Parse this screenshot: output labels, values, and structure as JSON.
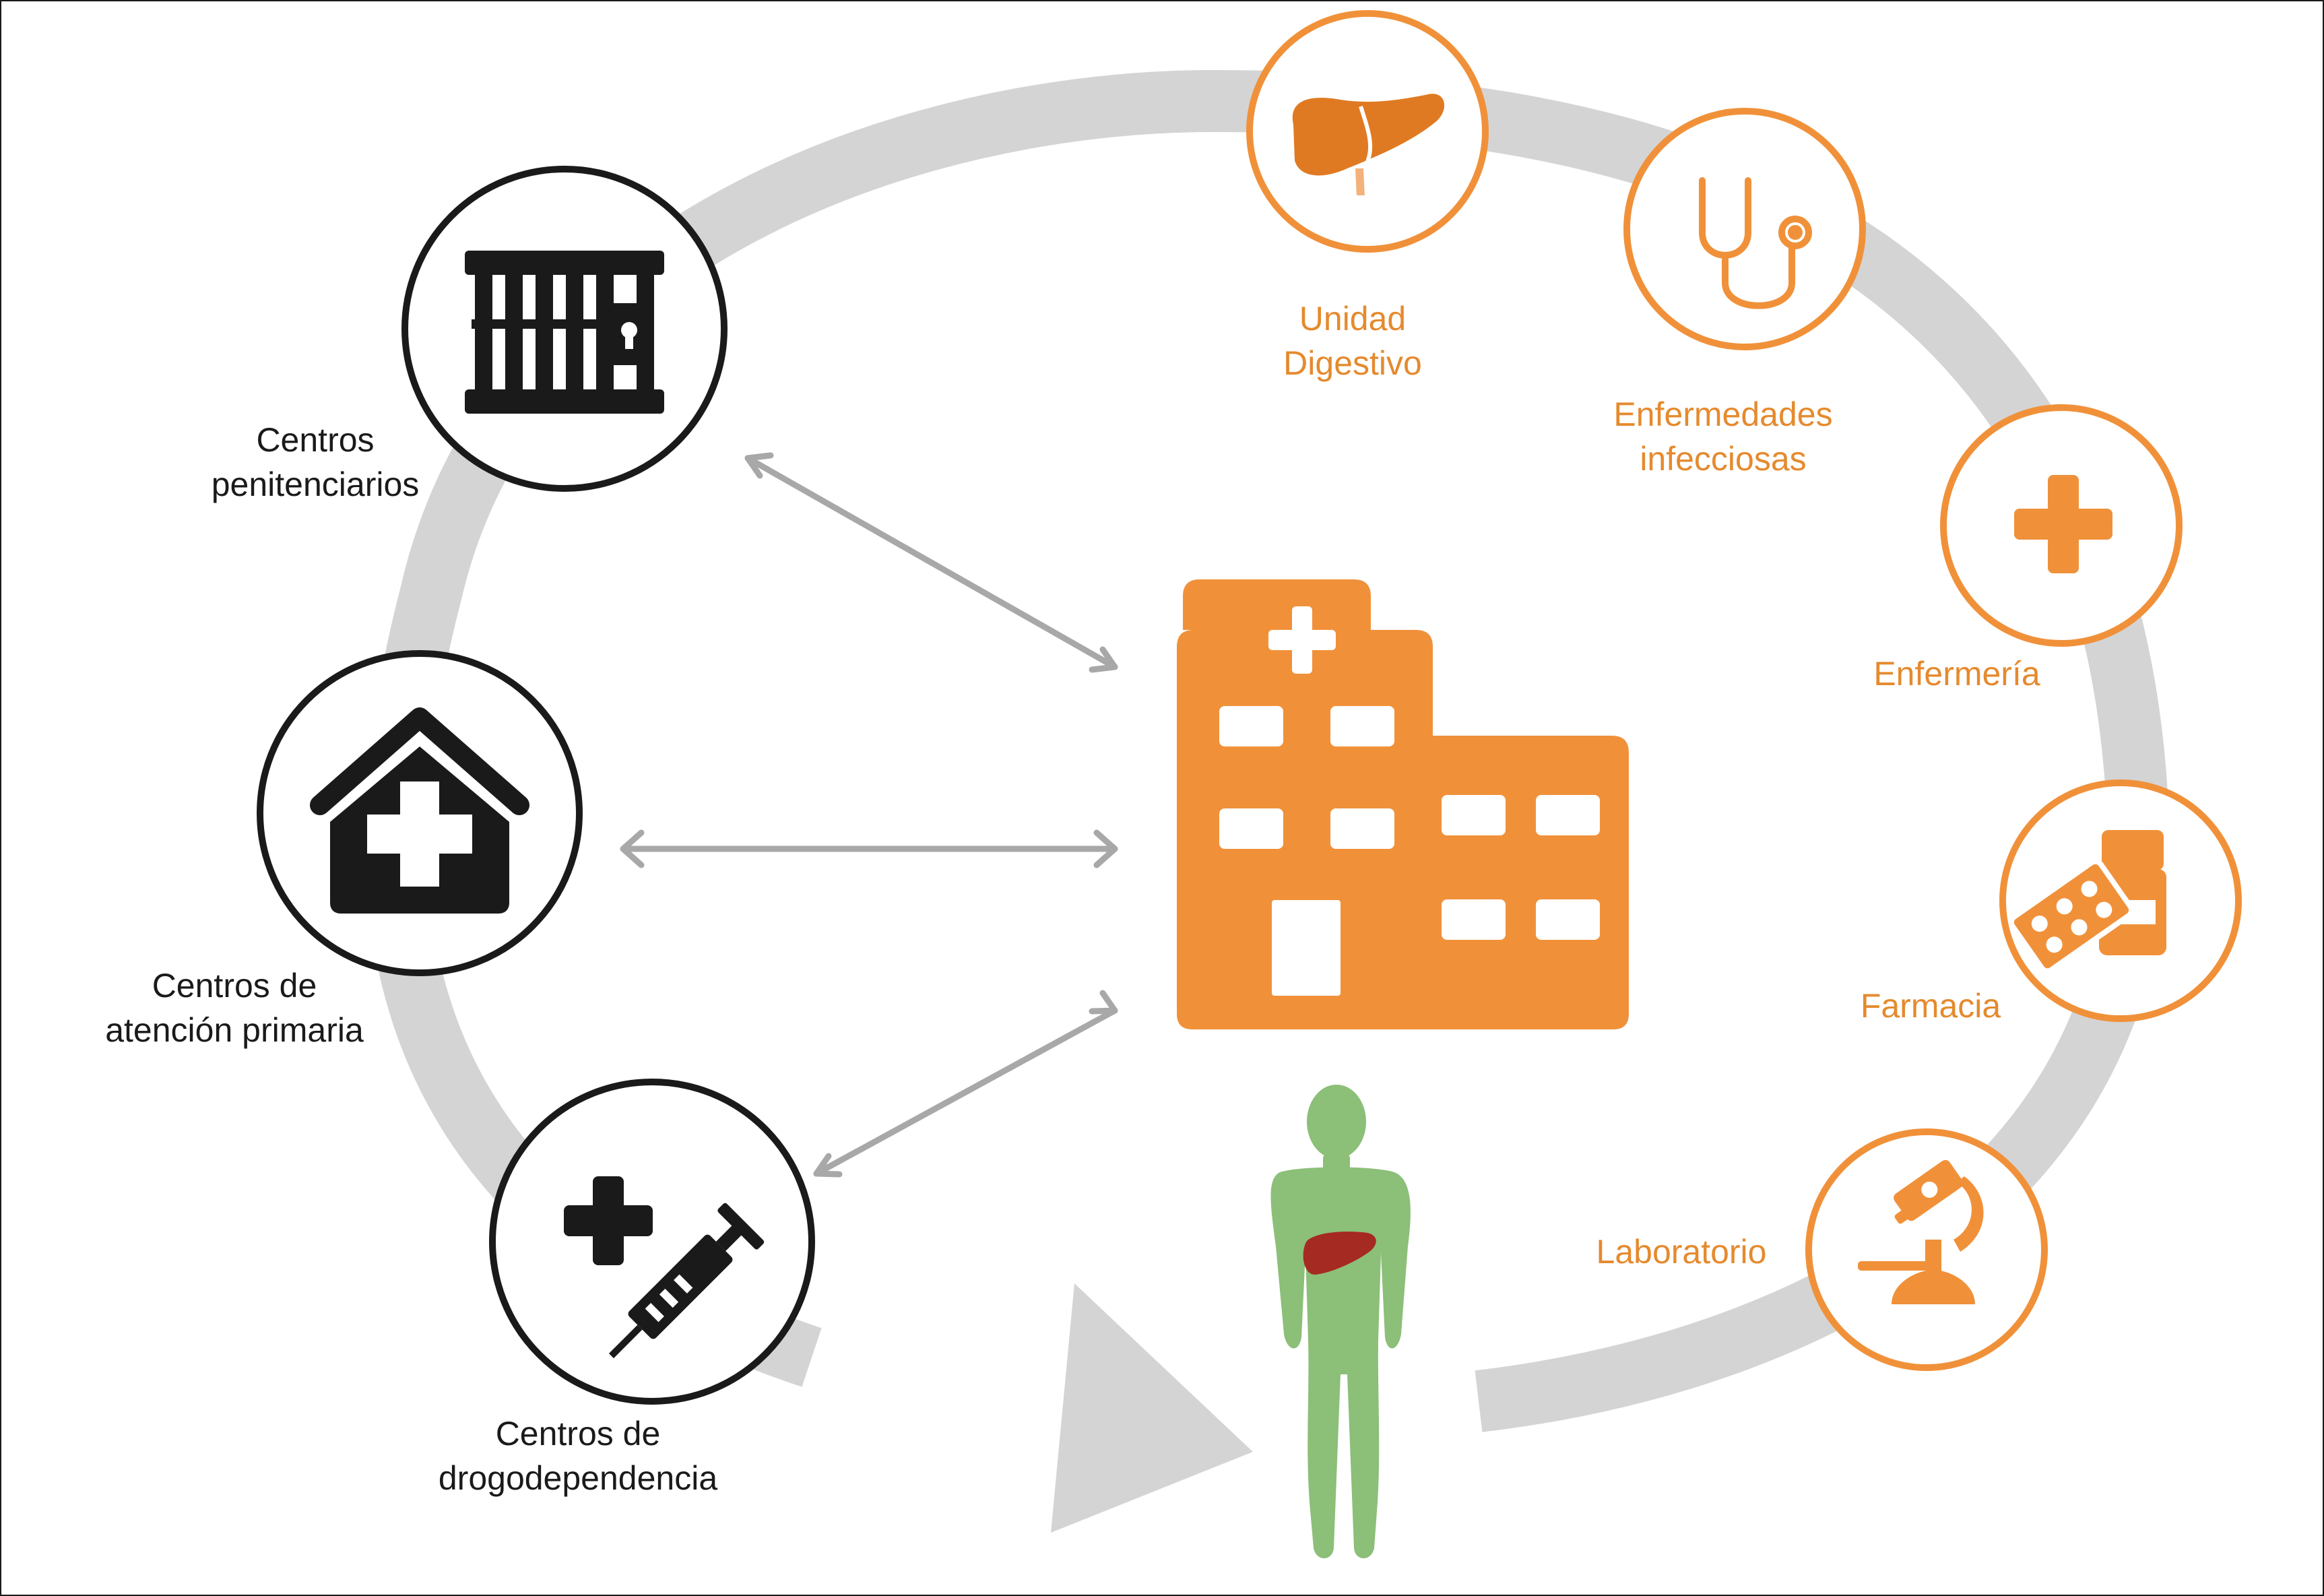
{
  "colors": {
    "orange": "#f0913a",
    "orange_text": "#e58a2e",
    "cycle_gray": "#d4d4d4",
    "arrow_gray": "#a8a8a8",
    "dark": "#1a1a1a",
    "body_green": "#8cbf78",
    "liver_red": "#a52a22"
  },
  "center_node": {
    "icon": "hospital-icon"
  },
  "patient": {
    "icon": "human-body-with-liver-icon"
  },
  "left_nodes": [
    {
      "line1": "Centros",
      "line2": "penitenciarios",
      "icon": "prison-bars-icon"
    },
    {
      "line1": "Centros de",
      "line2": "atención primaria",
      "icon": "health-center-house-icon"
    },
    {
      "line1": "Centros de",
      "line2": "drogodependencia",
      "icon": "syringe-medical-cross-icon"
    }
  ],
  "right_nodes": [
    {
      "line1": "Unidad",
      "line2": "Digestivo",
      "icon": "liver-icon"
    },
    {
      "line1": "Enfermedades",
      "line2": "infecciosas",
      "icon": "stethoscope-icon"
    },
    {
      "line1": "Enfermería",
      "icon": "medical-cross-icon"
    },
    {
      "line1": "Farmacia",
      "icon": "pills-bottle-icon"
    },
    {
      "line1": "Laboratorio",
      "icon": "microscope-icon"
    }
  ]
}
